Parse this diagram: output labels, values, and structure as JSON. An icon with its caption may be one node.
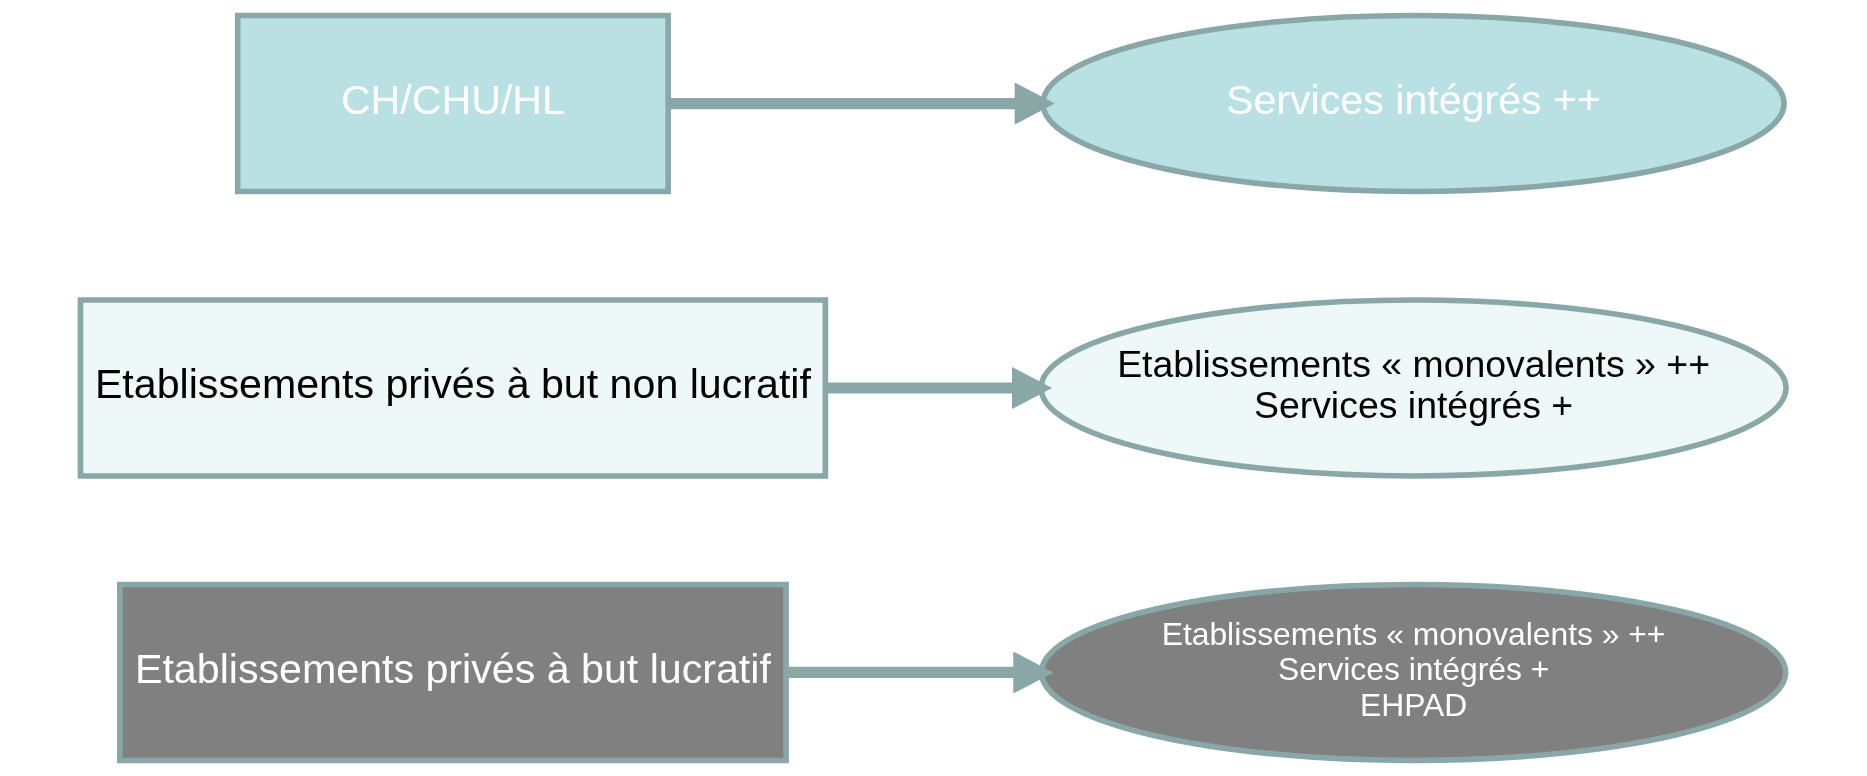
{
  "diagram": {
    "nodes": [
      {
        "text": [
          "CH/CHU/HL"
        ]
      },
      {
        "text": [
          "Services intégrés ++"
        ]
      },
      {
        "text": [
          "Etablissements privés à but non lucratif"
        ]
      },
      {
        "text": [
          "Etablissements « monovalents » ++",
          "Services intégrés +"
        ]
      },
      {
        "text": [
          "Etablissements privés à but lucratif"
        ]
      },
      {
        "text": [
          "Etablissements « monovalents » ++",
          "Services intégrés +",
          "EHPAD"
        ]
      }
    ],
    "edges": [
      {
        "from": 0,
        "to": 1,
        "arrow": "to"
      },
      {
        "from": 2,
        "to": 3,
        "arrow": "to"
      },
      {
        "from": 4,
        "to": 5,
        "arrow": "to"
      }
    ]
  }
}
